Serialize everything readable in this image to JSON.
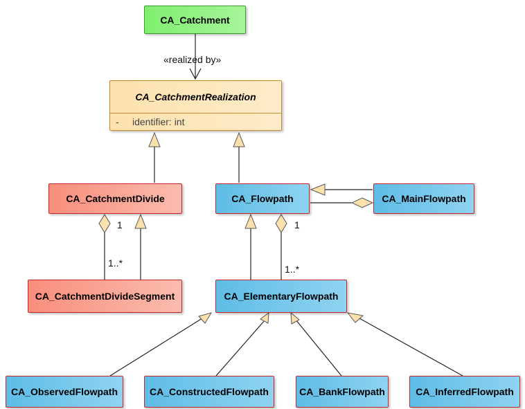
{
  "classes": {
    "catchment": "CA_Catchment",
    "catchment_realization": "CA_CatchmentRealization",
    "catchment_divide": "CA_CatchmentDivide",
    "flowpath": "CA_Flowpath",
    "main_flowpath": "CA_MainFlowpath",
    "catchment_divide_segment": "CA_CatchmentDivideSegment",
    "elementary_flowpath": "CA_ElementaryFlowpath",
    "observed_flowpath": "CA_ObservedFlowpath",
    "constructed_flowpath": "CA_ConstructedFlowpath",
    "bank_flowpath": "CA_BankFlowpath",
    "inferred_flowpath": "CA_InferredFlowpath"
  },
  "attributes": {
    "visibility": "-",
    "identifier": "identifier: int"
  },
  "labels": {
    "realized_by": "«realized by»",
    "divide_mult_one": "1",
    "divide_mult_many": "1..*",
    "flowpath_mult_one": "1",
    "flowpath_mult_many": "1..*"
  },
  "colors": {
    "green": "#7fef6f",
    "red": "#f98e7c",
    "blue": "#5ebce6",
    "orange": "#fde1ad"
  }
}
